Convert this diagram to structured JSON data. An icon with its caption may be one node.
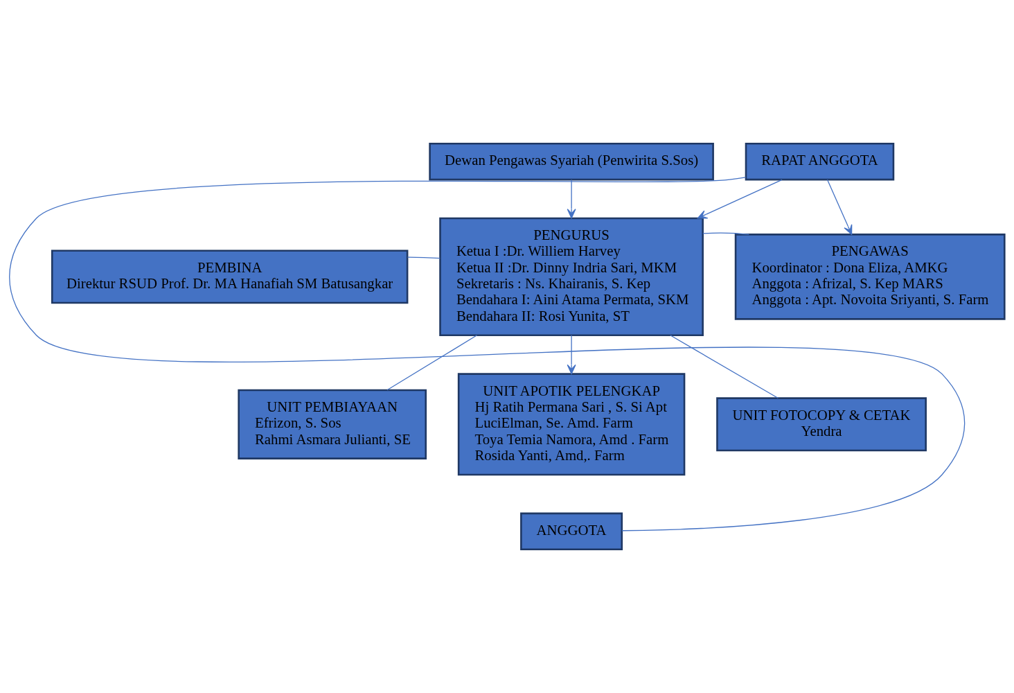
{
  "diagram": {
    "nodes": [
      {
        "text": [
          "Dewan Pengawas Syariah (Penwirita S.Sos)"
        ]
      },
      {
        "text": [
          "RAPAT ANGGOTA"
        ]
      },
      {
        "text": [
          "PENGAWAS",
          "Koordinator : Dona Eliza, AMKG",
          "Anggota : Afrizal, S. Kep MARS",
          "Anggota : Apt. Novoita Sriyanti, S. Farm"
        ]
      },
      {
        "text": [
          "PEMBINA",
          "Direktur RSUD Prof. Dr. MA Hanafiah SM Batusangkar"
        ]
      },
      {
        "text": [
          "PENGURUS",
          "Ketua I :Dr. Williem Harvey",
          "Ketua II :Dr. Dinny Indria Sari, MKM",
          "Sekretaris : Ns. Khairanis, S. Kep",
          "Bendahara I: Aini Atama Permata, SKM",
          "Bendahara II: Rosi Yunita, ST"
        ]
      },
      {
        "text": [
          "UNIT PEMBIAYAAN",
          "Efrizon, S. Sos",
          "Rahmi Asmara Julianti, SE"
        ]
      },
      {
        "text": [
          "UNIT APOTIK PELENGKAP",
          "Hj Ratih Permana Sari , S. Si Apt",
          "LuciElman, Se. Amd. Farm",
          "Toya Temia Namora, Amd . Farm",
          "Rosida Yanti, Amd,. Farm"
        ]
      },
      {
        "text": [
          "UNIT FOTOCOPY & CETAK",
          "Yendra"
        ]
      },
      {
        "text": [
          "ANGGOTA"
        ]
      }
    ],
    "edges": [
      {
        "from": 1,
        "to": 4,
        "arrow": "to"
      },
      {
        "from": 1,
        "to": 2,
        "arrow": "to"
      },
      {
        "from": 0,
        "to": 4,
        "arrow": "to"
      },
      {
        "from": 3,
        "to": 4,
        "arrow": "none"
      },
      {
        "from": 4,
        "to": 2,
        "arrow": "none"
      },
      {
        "from": 4,
        "to": 5,
        "arrow": "none"
      },
      {
        "from": 4,
        "to": 6,
        "arrow": "to"
      },
      {
        "from": 4,
        "to": 7,
        "arrow": "none"
      },
      {
        "from": 8,
        "to": 1,
        "arrow": "none"
      }
    ]
  }
}
